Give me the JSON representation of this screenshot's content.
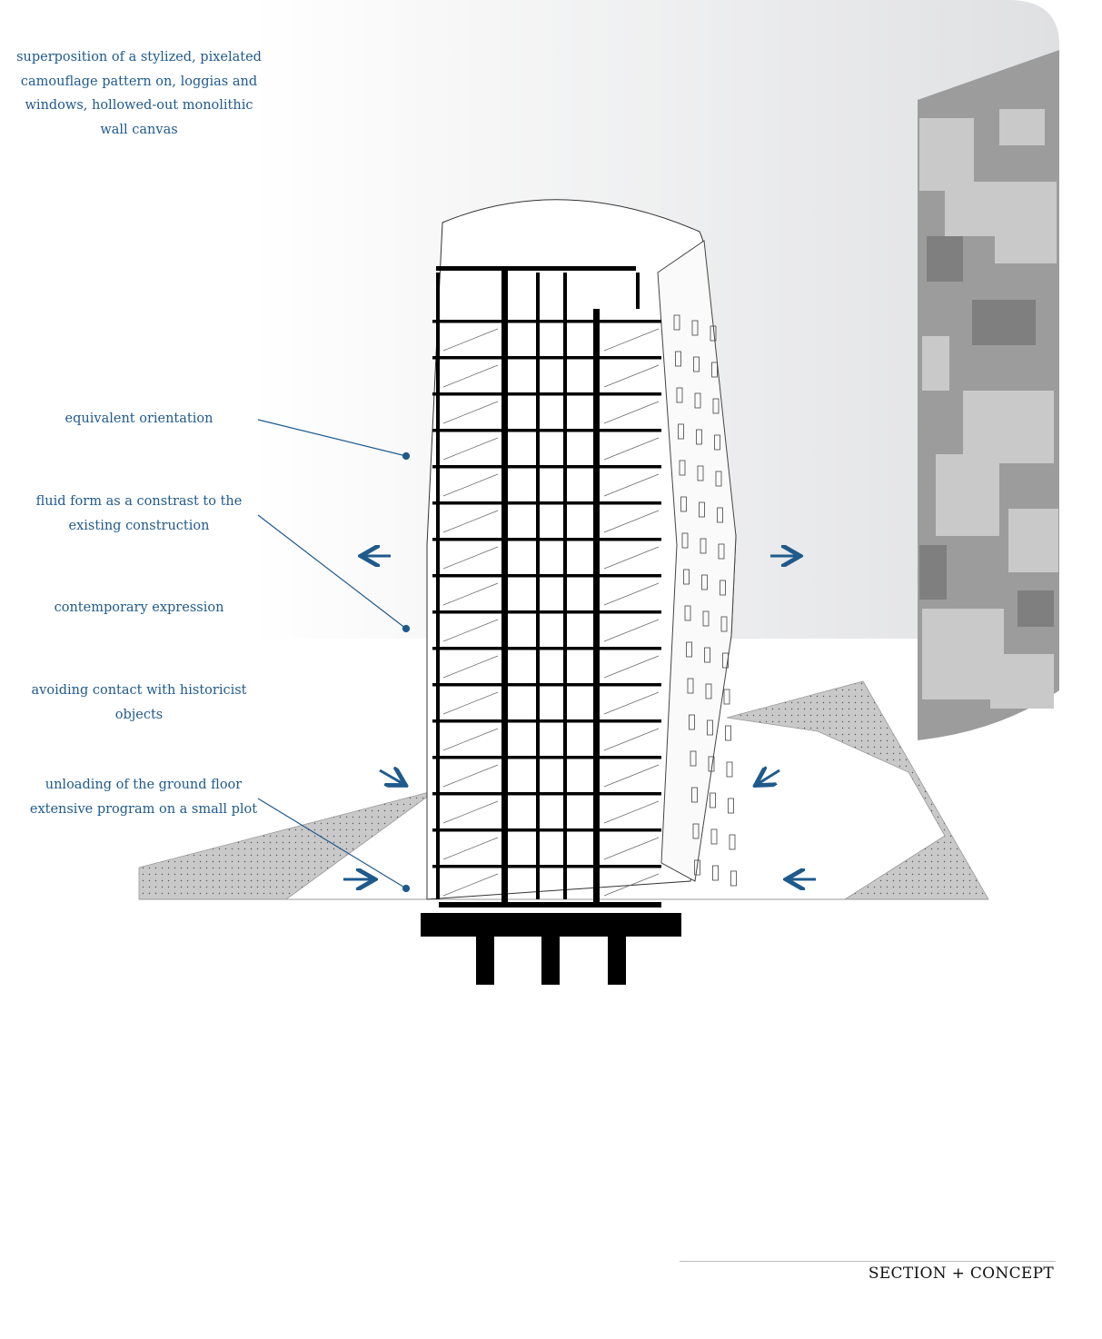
{
  "annotations": [
    {
      "id": "camouflage",
      "text": "superposition of a stylized, pixelated camouflage pattern on, loggias and windows, hollowed-out monolithic wall canvas"
    },
    {
      "id": "orientation",
      "text": "equivalent orientation"
    },
    {
      "id": "fluid-form",
      "text": "fluid form as a constrast to the existing construction"
    },
    {
      "id": "contemporary",
      "text": "contemporary expression"
    },
    {
      "id": "historicist",
      "text": "avoiding contact with historicist objects"
    },
    {
      "id": "ground-floor",
      "text": "unloading of the ground floor extensive program on a small plot"
    }
  ],
  "title": "SECTION + CONCEPT",
  "colors": {
    "accent": "#1f5a8c",
    "structure": "#000000",
    "ground_hatch": "#c8c8c8",
    "backdrop": "#e6e7e8"
  },
  "floors": 16
}
